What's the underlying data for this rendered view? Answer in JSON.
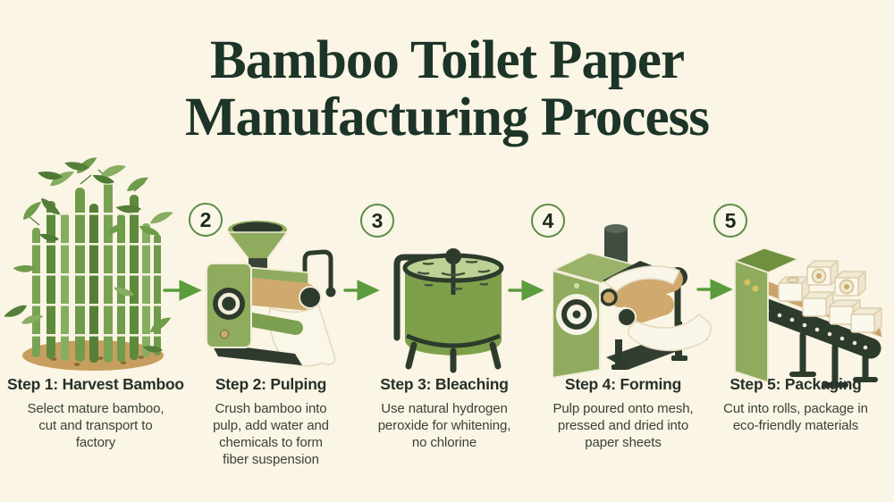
{
  "title": {
    "line1": "Bamboo Toilet Paper",
    "line2": "Manufacturing Process"
  },
  "steps": [
    {
      "title": "Step 1: Harvest Bamboo",
      "description": "Select mature bamboo,\ncut and transport to\nfactory",
      "icon": "bamboo-grove-icon"
    },
    {
      "badge": "2",
      "title": "Step 2: Pulping",
      "description": "Crush bamboo into\npulp, add water and\nchemicals to form\nfiber suspension",
      "icon": "pulping-machine-icon"
    },
    {
      "badge": "3",
      "title": "Step 3: Bleaching",
      "description": "Use natural hydrogen\nperoxide for whitening,\nno chlorine",
      "icon": "bleaching-vat-icon"
    },
    {
      "badge": "4",
      "title": "Step 4: Forming",
      "description": "Pulp poured onto mesh,\npressed and dried into\npaper sheets",
      "icon": "forming-machine-icon"
    },
    {
      "badge": "5",
      "title": "Step 5: Packaging",
      "description": "Cut into rolls, package in\neco-friendly materials",
      "icon": "packaging-conveyor-icon"
    }
  ],
  "icons": {
    "connector": "arrow-right-icon",
    "step_marker": "numbered-circle-badge"
  },
  "colors": {
    "background": "#faf5e4",
    "title_text": "#1d3428",
    "heading_text": "#27302a",
    "body_text": "#3a4137",
    "machine_green": "#8fac5e",
    "dark_green_ink": "#2d3b2d",
    "leaf_green": "#6f9c4a",
    "tan_roller": "#cfa96e",
    "soil_tan": "#c79e5f",
    "liquid_green": "#7fa04b",
    "arrow_green": "#5a9c3e",
    "badge_border": "#5c8c48",
    "paper_white": "#faf6e8"
  }
}
